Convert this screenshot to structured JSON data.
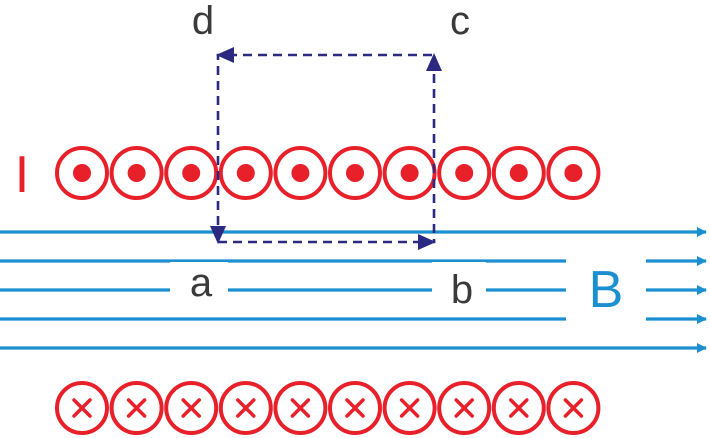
{
  "labels": {
    "current": "I",
    "field": "B",
    "corner_a": "a",
    "corner_b": "b",
    "corner_c": "c",
    "corner_d": "d"
  },
  "wires": {
    "out_of_page_count": 10,
    "into_page_count": 10,
    "out_symbol": "dot-in-circle-icon",
    "in_symbol": "cross-in-circle-icon"
  },
  "field_lines": {
    "count": 5
  },
  "colors": {
    "current": "#e8202a",
    "field": "#1b8fd0",
    "loop": "#2b2a80",
    "text": "#3a3a3a"
  }
}
